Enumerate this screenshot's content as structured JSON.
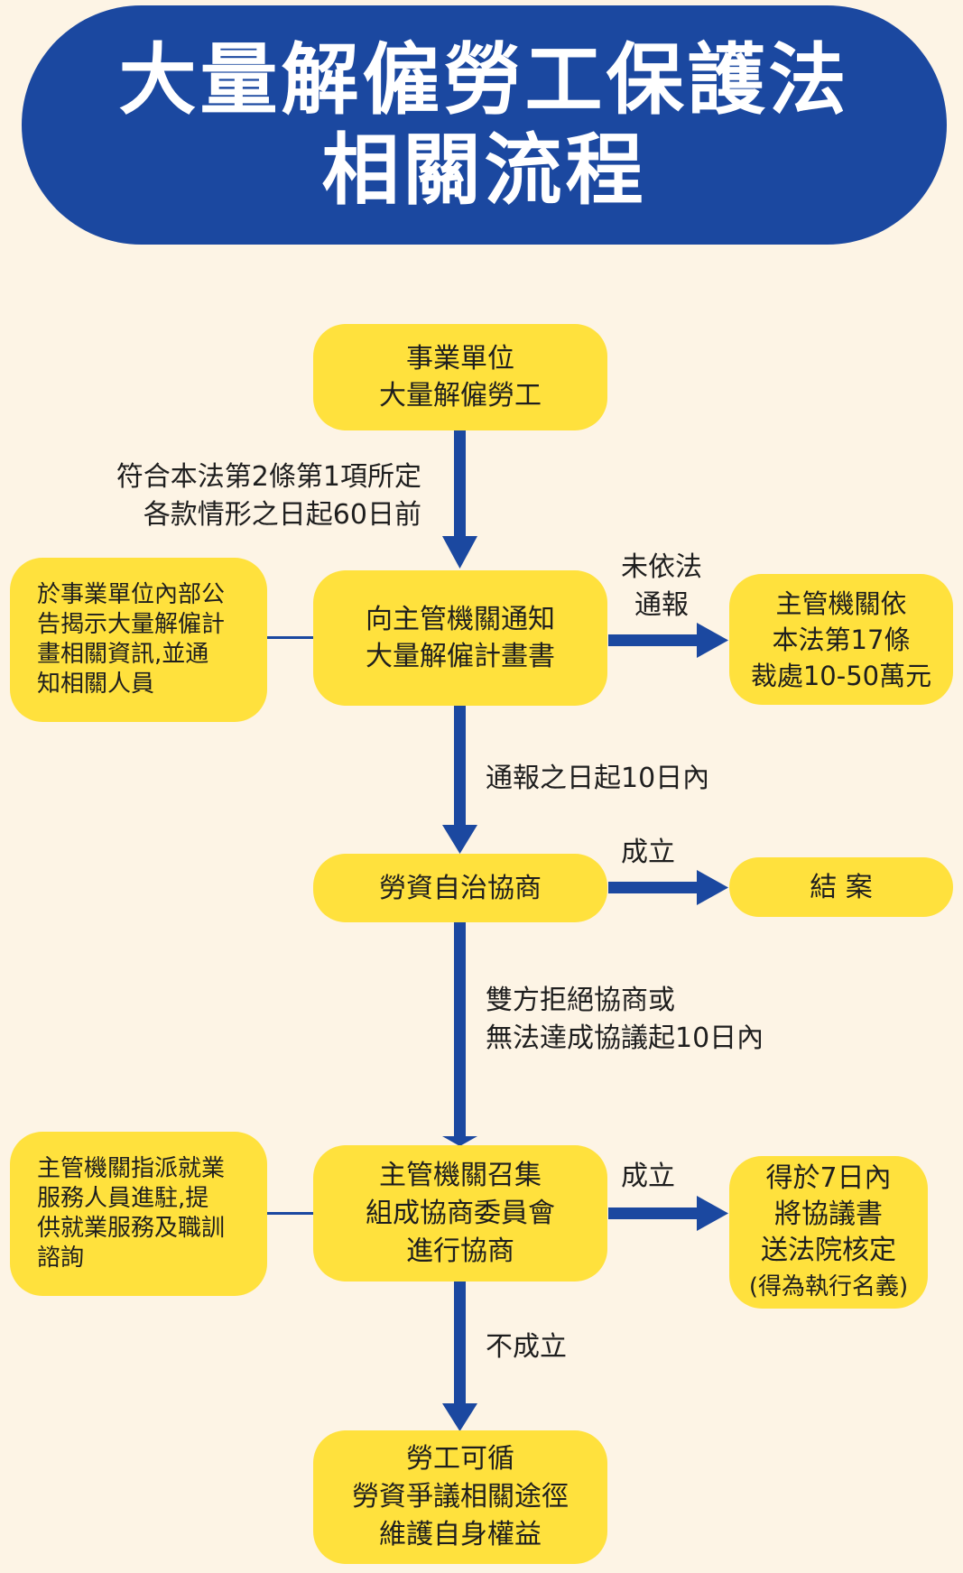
{
  "title": {
    "line1": "大量解僱勞工保護法",
    "line2": "相關流程"
  },
  "nodes": {
    "start": [
      "事業單位",
      "大量解僱勞工"
    ],
    "notify": [
      "向主管機關通知",
      "大量解僱計畫書"
    ],
    "penalty": [
      "主管機關依",
      "本法第17條",
      "裁處10-50萬元"
    ],
    "negotiation": [
      "勞資自治協商"
    ],
    "close": [
      "結 案"
    ],
    "committee": [
      "主管機關召集",
      "組成協商委員會",
      "進行協商"
    ],
    "court": [
      "得於7日內",
      "將協議書",
      "送法院核定",
      "(得為執行名義)"
    ],
    "dispute": [
      "勞工可循",
      "勞資爭議相關途徑",
      "維護自身權益"
    ]
  },
  "side_notes": {
    "announce": [
      "於事業單位內部公",
      "告揭示大量解僱計",
      "畫相關資訊,並通",
      "知相關人員"
    ],
    "employment": [
      "主管機關指派就業",
      "服務人員進駐,提",
      "供就業服務及職訓",
      "諮詢"
    ]
  },
  "edge_labels": {
    "deadline_60": [
      "符合本法第2條第1項所定",
      "各款情形之日起60日前"
    ],
    "not_report": [
      "未依法",
      "通報"
    ],
    "within_10": [
      "通報之日起10日內"
    ],
    "success_1": [
      "成立"
    ],
    "refuse": [
      "雙方拒絕協商或",
      "無法達成協議起10日內"
    ],
    "success_2": [
      "成立"
    ],
    "fail": [
      "不成立"
    ]
  },
  "colors": {
    "background": "#fdf4e5",
    "banner": "#1b48a0",
    "box": "#ffe13d",
    "arrow": "#1b48a0",
    "text": "#1e1e1e"
  }
}
